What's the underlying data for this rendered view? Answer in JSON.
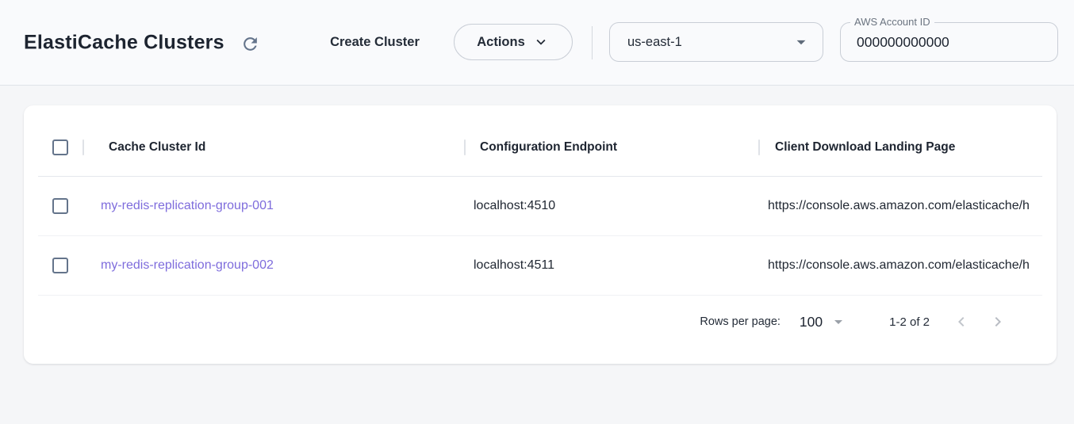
{
  "page": {
    "title": "ElastiCache Clusters"
  },
  "toolbar": {
    "create_button_label": "Create Cluster",
    "actions_button_label": "Actions",
    "region_select": {
      "value": "us-east-1"
    },
    "account_field": {
      "label": "AWS Account ID",
      "value": "000000000000"
    }
  },
  "table": {
    "columns": [
      {
        "label": "Cache Cluster Id"
      },
      {
        "label": "Configuration Endpoint"
      },
      {
        "label": "Client Download Landing Page"
      }
    ],
    "rows": [
      {
        "cache_cluster_id": "my-redis-replication-group-001",
        "configuration_endpoint": "localhost:4510",
        "client_download_landing_page": "https://console.aws.amazon.com/elasticache/h"
      },
      {
        "cache_cluster_id": "my-redis-replication-group-002",
        "configuration_endpoint": "localhost:4511",
        "client_download_landing_page": "https://console.aws.amazon.com/elasticache/h"
      }
    ],
    "pagination": {
      "rows_per_page_label": "Rows per page:",
      "rows_per_page_value": "100",
      "range_label": "1-2 of 2"
    }
  },
  "icons": {
    "refresh": "refresh-icon",
    "actions_chevron": "chevron-down-icon",
    "region_arrow": "dropdown-arrow-icon",
    "rows_per_page_arrow": "dropdown-arrow-icon",
    "prev_page": "chevron-left-icon",
    "next_page": "chevron-right-icon"
  },
  "colors": {
    "link_purple": "#7e6cdc",
    "text_dark": "#1d2430",
    "topbar_bg": "#f9fafc",
    "body_bg": "#f5f6f8",
    "card_bg": "#ffffff",
    "border_gray": "#c9ced6",
    "icon_slate": "#64748b",
    "disabled_icon": "#c1c5cb"
  }
}
